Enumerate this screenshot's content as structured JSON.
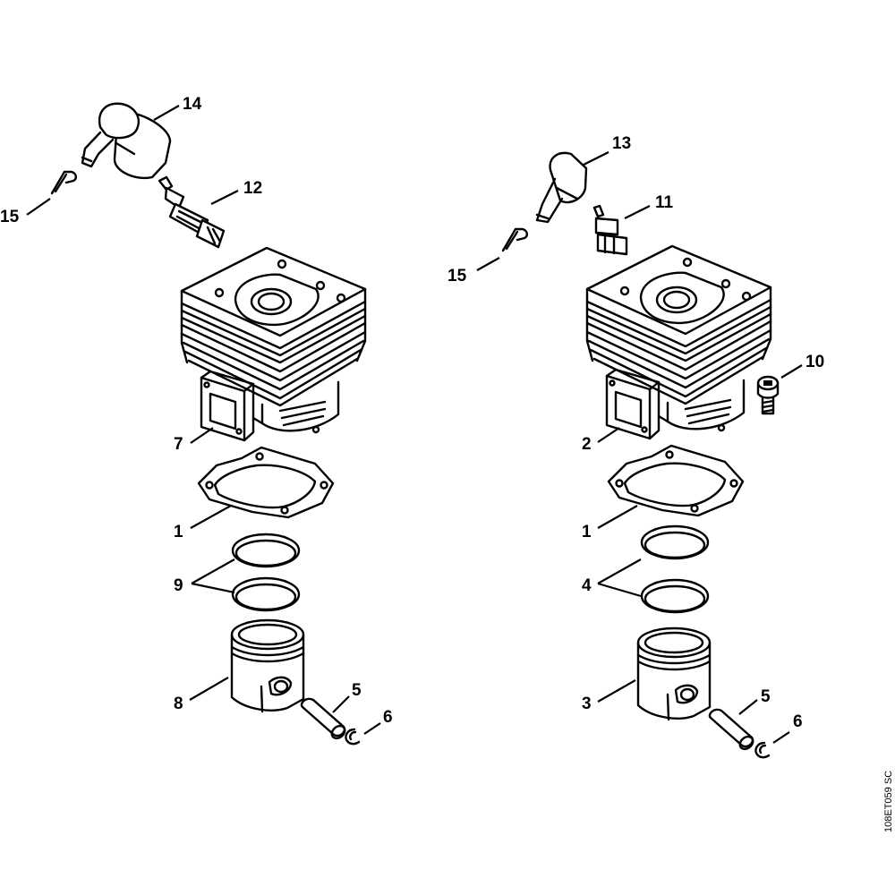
{
  "reference_code": "108ET059 SC",
  "assemblies": [
    {
      "name_hint": "left",
      "callouts": [
        "14",
        "15",
        "12",
        "7",
        "1",
        "9",
        "8",
        "5",
        "6"
      ]
    },
    {
      "name_hint": "right",
      "callouts": [
        "13",
        "15",
        "11",
        "10",
        "2",
        "1",
        "4",
        "3",
        "5",
        "6"
      ]
    }
  ]
}
